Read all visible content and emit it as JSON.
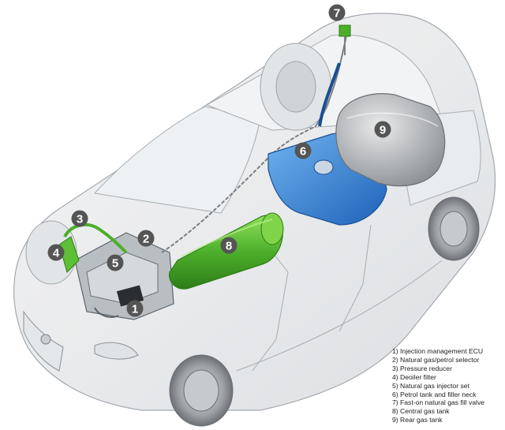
{
  "colors": {
    "background": "#ffffff",
    "body_outline": "#9aa0a6",
    "natural_gas_tank": "#4caf2a",
    "petrol_tank": "#2f7fd6",
    "rear_gas_tank": "#b9bcbf",
    "badge": "#555555",
    "legend_text": "#222222"
  },
  "badges": [
    {
      "id": "1",
      "label": "1"
    },
    {
      "id": "2",
      "label": "2"
    },
    {
      "id": "3",
      "label": "3"
    },
    {
      "id": "4",
      "label": "4"
    },
    {
      "id": "5",
      "label": "5"
    },
    {
      "id": "6",
      "label": "6"
    },
    {
      "id": "7",
      "label": "7"
    },
    {
      "id": "8",
      "label": "8"
    },
    {
      "id": "9",
      "label": "9"
    }
  ],
  "legend": [
    "1) Injection management ECU",
    "2) Natural gas/petrol selector",
    "3) Pressure reducer",
    "4) Deoiler filter",
    "5) Natural gas injector set",
    "6) Petrol tank and filler neck",
    "7) Fast-on natural gas fill valve",
    "8) Central gas tank",
    "9) Rear gas tank"
  ]
}
